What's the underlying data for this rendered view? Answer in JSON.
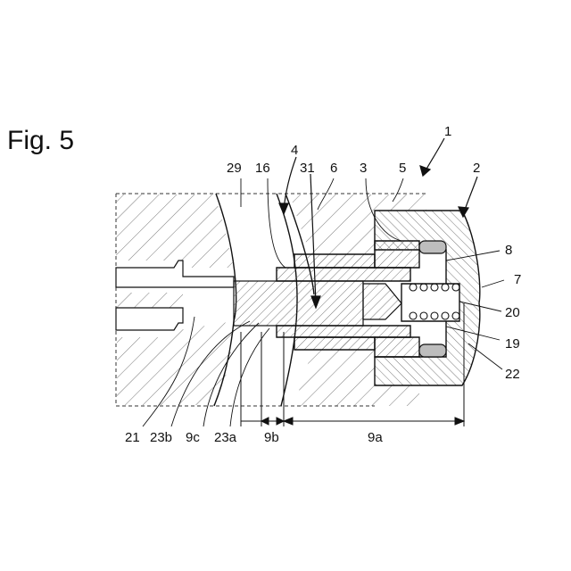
{
  "figure": {
    "title": "Fig. 5",
    "labels": {
      "l1": "1",
      "l2": "2",
      "l3": "3",
      "l4": "4",
      "l5": "5",
      "l6": "6",
      "l7": "7",
      "l8": "8",
      "l16": "16",
      "l19": "19",
      "l20": "20",
      "l21": "21",
      "l22": "22",
      "l23a": "23a",
      "l23b": "23b",
      "l29": "29",
      "l31": "31",
      "l9a": "9a",
      "l9b": "9b",
      "l9c": "9c"
    }
  }
}
